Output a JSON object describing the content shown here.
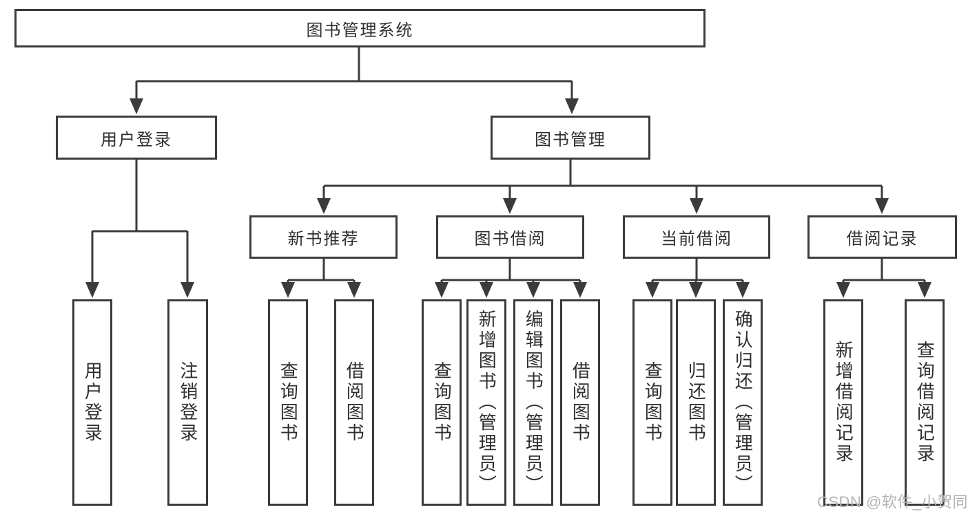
{
  "diagram_type": "hierarchy-tree",
  "tree": {
    "root": {
      "label": "图书管理系统"
    },
    "level2": [
      {
        "id": "user-login",
        "label": "用户登录",
        "parent": "图书管理系统"
      },
      {
        "id": "book-management",
        "label": "图书管理",
        "parent": "图书管理系统"
      }
    ],
    "level3": [
      {
        "id": "new-book-recommendation",
        "label": "新书推荐",
        "parent": "图书管理"
      },
      {
        "id": "book-borrowing",
        "label": "图书借阅",
        "parent": "图书管理"
      },
      {
        "id": "current-borrowing",
        "label": "当前借阅",
        "parent": "图书管理"
      },
      {
        "id": "borrowing-records",
        "label": "借阅记录",
        "parent": "图书管理"
      }
    ],
    "leaves": [
      {
        "label": "用户登录",
        "parent": "用户登录"
      },
      {
        "label": "注销登录",
        "parent": "用户登录"
      },
      {
        "label": "查询图书",
        "parent": "新书推荐"
      },
      {
        "label": "借阅图书",
        "parent": "新书推荐"
      },
      {
        "label": "查询图书",
        "parent": "图书借阅"
      },
      {
        "label": "新增图书（管理员）",
        "parent": "图书借阅"
      },
      {
        "label": "编辑图书（管理员）",
        "parent": "图书借阅"
      },
      {
        "label": "借阅图书",
        "parent": "图书借阅"
      },
      {
        "label": "查询图书",
        "parent": "当前借阅"
      },
      {
        "label": "归还图书",
        "parent": "当前借阅"
      },
      {
        "label": "确认归还（管理员）",
        "parent": "当前借阅"
      },
      {
        "label": "新增借阅记录",
        "parent": "借阅记录"
      },
      {
        "label": "查询借阅记录",
        "parent": "借阅记录"
      }
    ]
  },
  "watermark": "CSDN @软件_小贺同学",
  "style_colors": {
    "line": "#3b3b3b",
    "text": "#2f2f2f",
    "box_background": "#ffffff",
    "watermark": "#b3b3b3",
    "page_background": "#ffffff"
  }
}
